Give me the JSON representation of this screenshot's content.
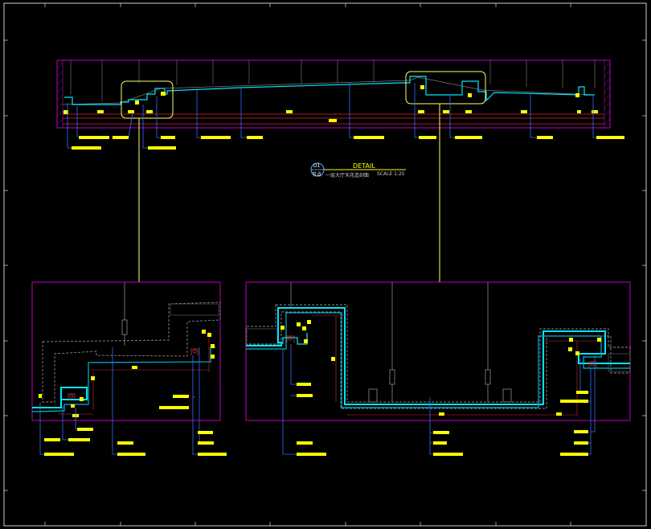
{
  "title_block": {
    "detail_label": "DETAIL",
    "circle_top": "D1",
    "circle_bottom": "节点",
    "subtitle": "一层大厅天花造剖面",
    "scale": "SCALE 1:25"
  },
  "colors": {
    "background": "#000000",
    "frame": "#ffffff",
    "border_magenta": "#c000c0",
    "ceiling_cyan": "#00e5ff",
    "leader_blue": "#3070ff",
    "label_yellow": "#ffff00",
    "dimension_red": "#d03030",
    "structure_gray": "#8a8a8a"
  }
}
